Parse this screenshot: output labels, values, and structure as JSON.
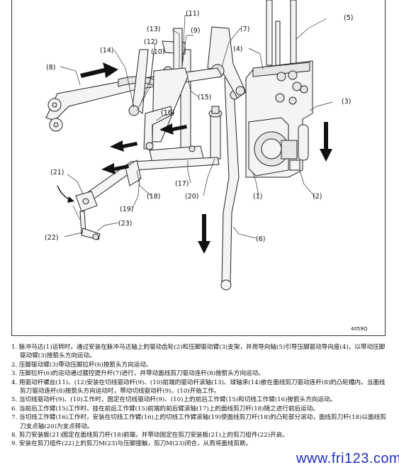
{
  "figure": {
    "labels": {
      "l1": "(1)",
      "l2": "(2)",
      "l3": "(3)",
      "l4": "(4)",
      "l5": "(5)",
      "l6": "(6)",
      "l7": "(7)",
      "l8": "(8)",
      "l9": "(9)",
      "l10": "(10)",
      "l11": "(11)",
      "l12": "(12)",
      "l13": "(13)",
      "l14": "(14)",
      "l15": "(15)",
      "l16": "(16)",
      "l17": "(17)",
      "l18": "(18)",
      "l19": "(19)",
      "l20": "(20)",
      "l21": "(21)",
      "l22": "(22)",
      "l23": "(23)"
    },
    "code": "4059Q"
  },
  "steps": [
    "1. 脉冲马达(1)运转时，通过安装在脉冲马达轴上的驱动齿轮(2)和压脚驱动臂(3)支架，并用导向轴(5)引导压脚驱动导向座(4)，以带动压脚驱动臂(3)按箭头方向运动。",
    "2. 压脚驱动臂(3)带动压脚拉杆(6)按箭头方向运动。",
    "3. 压脚拉杆(6)的运动通过膝控提升杆(7)进行，并带动面线剪刀驱动连杆(8)按箭头方向运动。",
    "4. 用驱动杆螺丝(11)、(12)安装在切线驱动杆(9)、(10)前端的驱动杆滚轴(13)、球轴承(14)嵌在面线剪刀驱动连杆(8)的凸轮槽内。当面线剪刀驱动连杆(8)按箭头方向运动时，带动切线驱动杆(9)、(10)开始工作。",
    "5. 当切线驱动杆(9)、(10)工作时，固定在切线驱动杆(9)、(10)上的前后工作臂(15)和切线工作臂(16)按箭头方向运动。",
    "6. 当前后工作臂(15)工作时，挂在前后工作臂(15)前端的前后臂滚轴(17)上的面线剪刀杆(18)随之进行前后运动。",
    "7. 当切线工作臂(16)工作时，安装在切线工作臂(16)上的切线工作臂滚轴(19)使面线剪刀杆(18)的凸轮部分滚动，面线剪刀杆(18)以面线剪刀支点轴(20)为支点转动。",
    "8. 剪刀安装板(21)固定在面线剪刀杆(18)前端，并带动固定在剪刀安装板(21)上的剪刀组件(22)开启。",
    "9. 安装在剪刀组件(22)上的剪刀M(23)与压脚接触，剪刀M(23)闭合，从而将面线剪断。"
  ],
  "watermark": "www.fri123.com"
}
